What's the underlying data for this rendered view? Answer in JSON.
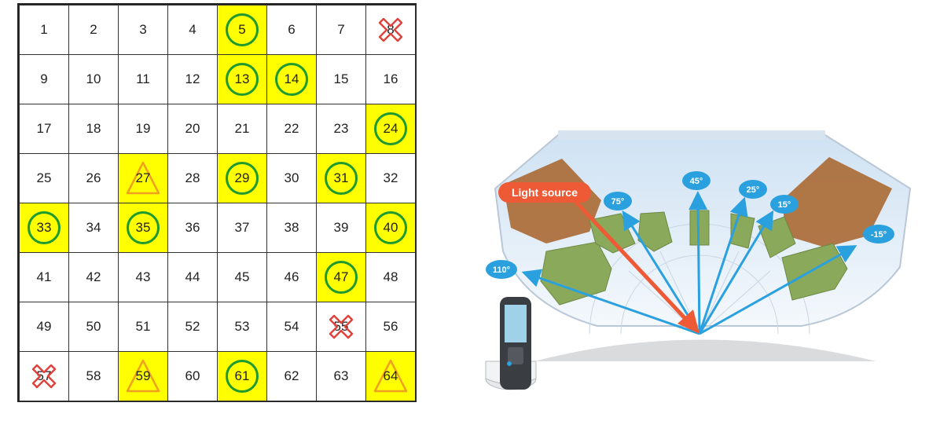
{
  "grid": {
    "cells": [
      {
        "n": "1"
      },
      {
        "n": "2"
      },
      {
        "n": "3"
      },
      {
        "n": "4"
      },
      {
        "n": "5",
        "hl": true,
        "mark": "circle"
      },
      {
        "n": "6"
      },
      {
        "n": "7"
      },
      {
        "n": "8",
        "mark": "cross"
      },
      {
        "n": "9"
      },
      {
        "n": "10"
      },
      {
        "n": "11"
      },
      {
        "n": "12"
      },
      {
        "n": "13",
        "hl": true,
        "mark": "circle"
      },
      {
        "n": "14",
        "hl": true,
        "mark": "circle"
      },
      {
        "n": "15"
      },
      {
        "n": "16"
      },
      {
        "n": "17"
      },
      {
        "n": "18"
      },
      {
        "n": "19"
      },
      {
        "n": "20"
      },
      {
        "n": "21"
      },
      {
        "n": "22"
      },
      {
        "n": "23"
      },
      {
        "n": "24",
        "hl": true,
        "mark": "circle"
      },
      {
        "n": "25"
      },
      {
        "n": "26"
      },
      {
        "n": "27",
        "hl": true,
        "mark": "triangle"
      },
      {
        "n": "28"
      },
      {
        "n": "29",
        "hl": true,
        "mark": "circle"
      },
      {
        "n": "30"
      },
      {
        "n": "31",
        "hl": true,
        "mark": "circle"
      },
      {
        "n": "32"
      },
      {
        "n": "33",
        "hl": true,
        "mark": "circle"
      },
      {
        "n": "34"
      },
      {
        "n": "35",
        "hl": true,
        "mark": "circle"
      },
      {
        "n": "36"
      },
      {
        "n": "37"
      },
      {
        "n": "38"
      },
      {
        "n": "39"
      },
      {
        "n": "40",
        "hl": true,
        "mark": "circle"
      },
      {
        "n": "41"
      },
      {
        "n": "42"
      },
      {
        "n": "43"
      },
      {
        "n": "44"
      },
      {
        "n": "45"
      },
      {
        "n": "46"
      },
      {
        "n": "47",
        "hl": true,
        "mark": "circle"
      },
      {
        "n": "48"
      },
      {
        "n": "49"
      },
      {
        "n": "50"
      },
      {
        "n": "51"
      },
      {
        "n": "52"
      },
      {
        "n": "53"
      },
      {
        "n": "54"
      },
      {
        "n": "55",
        "mark": "cross"
      },
      {
        "n": "56"
      },
      {
        "n": "57",
        "mark": "cross"
      },
      {
        "n": "58"
      },
      {
        "n": "59",
        "hl": true,
        "mark": "triangle"
      },
      {
        "n": "60"
      },
      {
        "n": "61",
        "hl": true,
        "mark": "circle"
      },
      {
        "n": "62"
      },
      {
        "n": "63"
      },
      {
        "n": "64",
        "hl": true,
        "mark": "triangle"
      }
    ]
  },
  "geometry": {
    "light_source_label": "Light source",
    "angles": [
      "110°",
      "75°",
      "45°",
      "25°",
      "15°",
      "-15°"
    ]
  },
  "colors": {
    "highlight": "#ffff00",
    "circle": "#1e9a2f",
    "triangle": "#f0a020",
    "cross": "#e0413a",
    "arrow": "#2aa0df",
    "light": "#ee5a35",
    "detector": "#8aa95a",
    "panel": "#a8652e"
  }
}
